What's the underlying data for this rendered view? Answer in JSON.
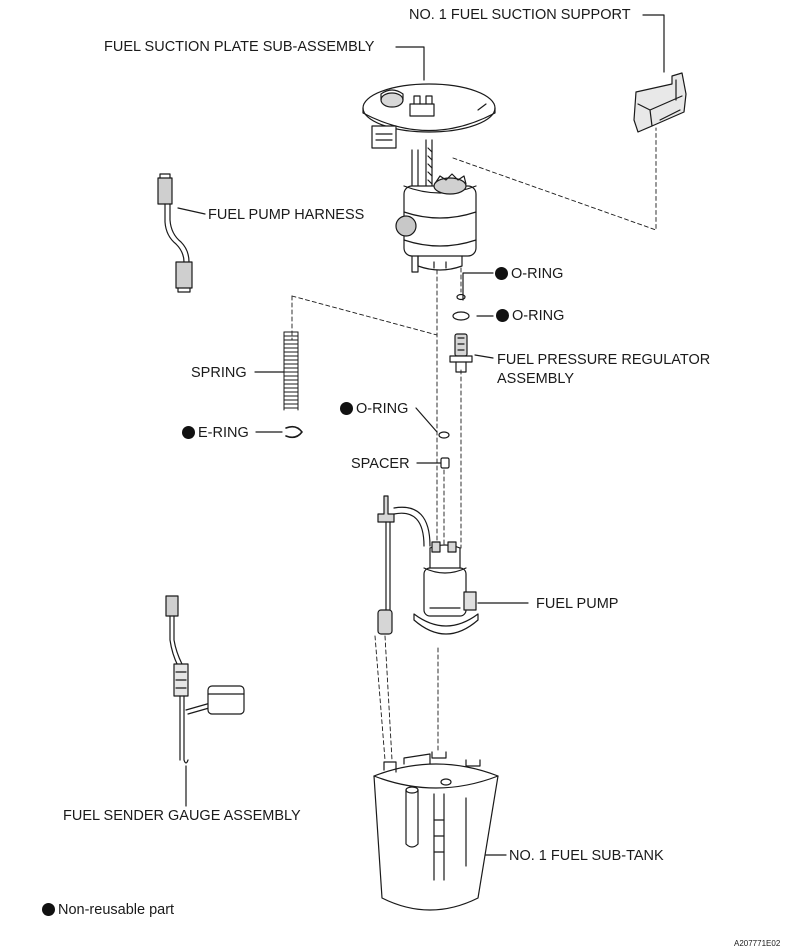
{
  "labels": {
    "suction_support": "NO. 1 FUEL SUCTION SUPPORT",
    "suction_plate": "FUEL SUCTION PLATE SUB-ASSEMBLY",
    "pump_harness": "FUEL PUMP HARNESS",
    "o_ring_1": "O-RING",
    "o_ring_2": "O-RING",
    "regulator_line1": "FUEL PRESSURE REGULATOR",
    "regulator_line2": "ASSEMBLY",
    "spring": "SPRING",
    "o_ring_3": "O-RING",
    "e_ring": "E-RING",
    "spacer": "SPACER",
    "fuel_pump": "FUEL PUMP",
    "sender_gauge": "FUEL SENDER GAUGE ASSEMBLY",
    "sub_tank": "NO. 1 FUEL SUB-TANK"
  },
  "legend": {
    "text": "Non-reusable part"
  },
  "figure_code": "A207771E02",
  "colors": {
    "ink": "#1a1a1a",
    "shade": "#9a9a9a",
    "marker": "#111111"
  }
}
